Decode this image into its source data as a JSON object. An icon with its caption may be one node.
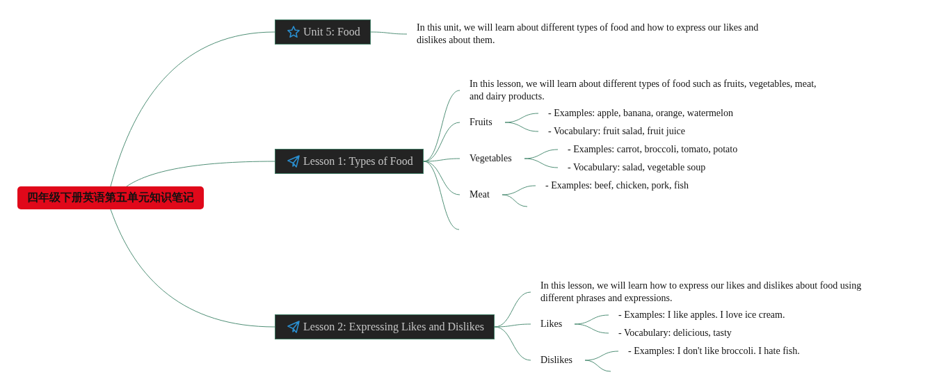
{
  "diagram": {
    "nodes": [
      {
        "text": [
          "四年级下册英语第五单元知识笔记"
        ]
      },
      {
        "text": [
          "Unit 5: Food"
        ]
      },
      {
        "text": [
          "In this unit, we will learn about different types of food and how to express our likes and dislikes about them."
        ]
      },
      {
        "text": [
          "Lesson 1: Types of Food"
        ]
      },
      {
        "text": [
          "In this lesson, we will learn about different types of food such as fruits, vegetables, meat, and dairy products."
        ]
      },
      {
        "text": [
          "Fruits"
        ]
      },
      {
        "text": [
          "- Examples: apple, banana, orange, watermelon"
        ]
      },
      {
        "text": [
          "- Vocabulary: fruit salad, fruit juice"
        ]
      },
      {
        "text": [
          "Vegetables"
        ]
      },
      {
        "text": [
          "- Examples: carrot, broccoli, tomato, potato"
        ]
      },
      {
        "text": [
          "- Vocabulary: salad, vegetable soup"
        ]
      },
      {
        "text": [
          "Meat"
        ]
      },
      {
        "text": [
          "- Examples: beef, chicken, pork, fish"
        ]
      },
      {
        "text": [
          "Lesson 2: Expressing Likes and Dislikes"
        ]
      },
      {
        "text": [
          "In this lesson, we will learn how to express our likes and dislikes about food using different phrases and expressions."
        ]
      },
      {
        "text": [
          "Likes"
        ]
      },
      {
        "text": [
          "- Examples: I like apples. I love ice cream."
        ]
      },
      {
        "text": [
          "- Vocabulary: delicious, tasty"
        ]
      },
      {
        "text": [
          "Dislikes"
        ]
      },
      {
        "text": [
          "- Examples: I don't like broccoli. I hate fish."
        ]
      }
    ],
    "edges": [
      {
        "from": 0,
        "to": 1,
        "arrow": "none"
      },
      {
        "from": 0,
        "to": 3,
        "arrow": "none"
      },
      {
        "from": 0,
        "to": 13,
        "arrow": "none"
      },
      {
        "from": 1,
        "to": 2,
        "arrow": "none"
      },
      {
        "from": 3,
        "to": 4,
        "arrow": "none"
      },
      {
        "from": 3,
        "to": 5,
        "arrow": "none"
      },
      {
        "from": 3,
        "to": 8,
        "arrow": "none"
      },
      {
        "from": 3,
        "to": 11,
        "arrow": "none"
      },
      {
        "from": 3,
        "to": null,
        "arrow": "none"
      },
      {
        "from": 5,
        "to": 6,
        "arrow": "none"
      },
      {
        "from": 5,
        "to": 7,
        "arrow": "none"
      },
      {
        "from": 8,
        "to": 9,
        "arrow": "none"
      },
      {
        "from": 8,
        "to": 10,
        "arrow": "none"
      },
      {
        "from": 11,
        "to": 12,
        "arrow": "none"
      },
      {
        "from": 11,
        "to": null,
        "arrow": "none"
      },
      {
        "from": 13,
        "to": 14,
        "arrow": "none"
      },
      {
        "from": 13,
        "to": 15,
        "arrow": "none"
      },
      {
        "from": 13,
        "to": 18,
        "arrow": "none"
      },
      {
        "from": 15,
        "to": 16,
        "arrow": "none"
      },
      {
        "from": 15,
        "to": 17,
        "arrow": "none"
      },
      {
        "from": 18,
        "to": 19,
        "arrow": "none"
      },
      {
        "from": 18,
        "to": null,
        "arrow": "none"
      }
    ]
  }
}
